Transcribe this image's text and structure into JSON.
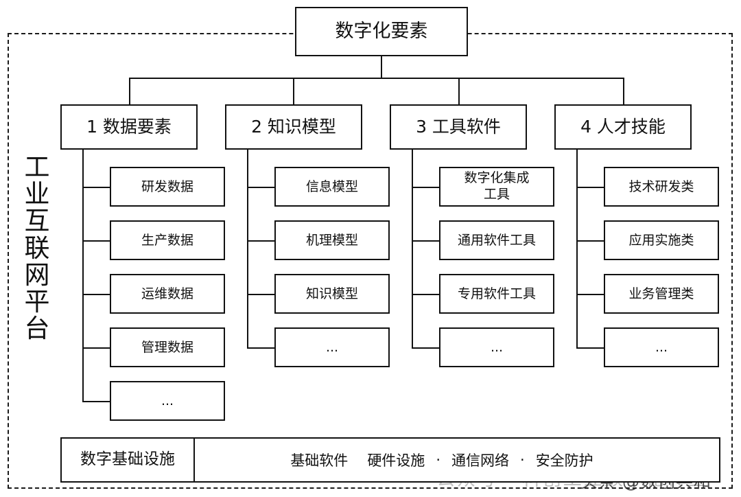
{
  "diagram": {
    "root": {
      "label": "数字化要素"
    },
    "platform_label": "工业互联网平台",
    "platform_label_chars": [
      "工",
      "业",
      "互",
      "联",
      "网",
      "平",
      "台"
    ],
    "categories": [
      {
        "id": "data-elements",
        "label": "1 数据要素",
        "children": [
          "研发数据",
          "生产数据",
          "运维数据",
          "管理数据",
          "..."
        ]
      },
      {
        "id": "knowledge-models",
        "label": "2 知识模型",
        "children": [
          "信息模型",
          "机理模型",
          "知识模型",
          "..."
        ]
      },
      {
        "id": "tool-software",
        "label": "3 工具软件",
        "children": [
          "数字化集成\n工具",
          "通用软件工具",
          "专用软件工具",
          "..."
        ]
      },
      {
        "id": "talent-skills",
        "label": "4 人才技能",
        "children": [
          "技术研发类",
          "应用实施类",
          "业务管理类",
          "..."
        ]
      }
    ],
    "infrastructure": {
      "label": "数字基础设施",
      "items": [
        "基础软件",
        "硬件设施",
        "通信网络",
        "安全防护"
      ],
      "separator": "·"
    },
    "colors": {
      "line": "#111111",
      "background": "#ffffff",
      "text": "#111111",
      "watermark": "#9a9a9a"
    }
  },
  "watermarks": {
    "wechat_account": "公众号 · 科创工业数字化转型",
    "toutiao_account": "头条 @数创共和"
  }
}
